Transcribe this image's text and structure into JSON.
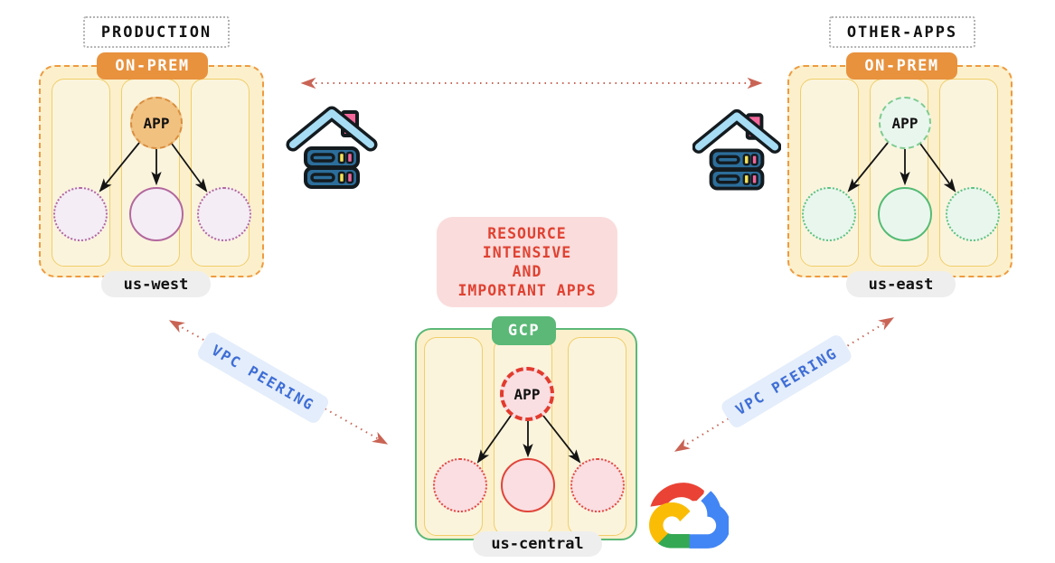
{
  "regions": {
    "production": {
      "title": "PRODUCTION",
      "provider": "ON-PREM",
      "app_label": "APP",
      "zone": "us-west"
    },
    "other_apps": {
      "title": "OTHER-APPS",
      "provider": "ON-PREM",
      "app_label": "APP",
      "zone": "us-east"
    },
    "gcp": {
      "provider": "GCP",
      "app_label": "APP",
      "zone": "us-central",
      "note": "RESOURCE\nINTENSIVE\nAND\nIMPORTANT APPS"
    }
  },
  "connections": {
    "left_peering_label": "VPC PEERING",
    "right_peering_label": "VPC PEERING"
  },
  "icons": {
    "left_onprem": "house-server-icon",
    "right_onprem": "house-server-icon",
    "cloud": "google-cloud-logo"
  },
  "colors": {
    "onprem_orange": "#E8923E",
    "gcp_green": "#5BB877",
    "production_node": "#B2689E",
    "other_apps_node": "#5FC27E",
    "gcp_node_red": "#E2453A",
    "app_circle_orange": "#F1C180",
    "region_fill": "#FCF0CC",
    "column_border": "#F0CE6A",
    "peering_arrow": "#C96455",
    "peering_label_text": "#3E6ED6",
    "peering_label_bg": "#E4EDFB",
    "note_text": "#E04232",
    "note_bg": "#FADCDC",
    "zone_pill_bg": "#EEEEEE"
  }
}
